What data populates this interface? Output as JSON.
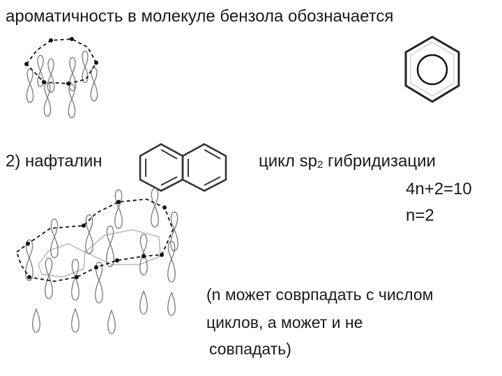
{
  "title": "ароматичность в молекуле бензола обозначается",
  "naphthalene": {
    "label": "2) нафталин"
  },
  "cycle": {
    "prefix": "цикл sp",
    "subscript": "2",
    "suffix": " гибридизации"
  },
  "equations": {
    "rule": "4n+2=10",
    "n_value": "n=2"
  },
  "note": {
    "line1": "(n может соврпадать с числом",
    "line2": "циклов, а может и не",
    "line3": "совпадать)"
  }
}
